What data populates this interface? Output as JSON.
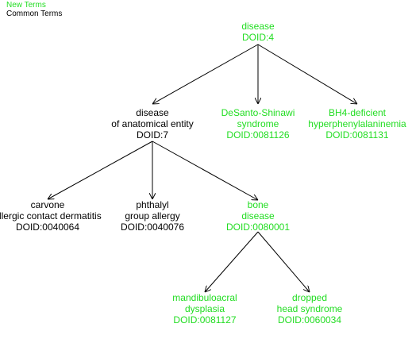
{
  "colors": {
    "new_term": "#22dd22",
    "common_term": "#000000",
    "edge": "#000000"
  },
  "legend": {
    "new_terms_label": "New Terms",
    "common_terms_label": "Common Terms"
  },
  "nodes": [
    {
      "id": "disease",
      "kind": "new",
      "lines": [
        "disease",
        "DOID:4"
      ]
    },
    {
      "id": "anatomical",
      "kind": "common",
      "lines": [
        "disease",
        "of anatomical entity",
        "DOID:7"
      ]
    },
    {
      "id": "desanto",
      "kind": "new",
      "lines": [
        "DeSanto-Shinawi",
        "syndrome",
        "DOID:0081126"
      ]
    },
    {
      "id": "bh4",
      "kind": "new",
      "lines": [
        "BH4-deficient",
        "hyperphenylalaninemia",
        "DOID:0081131"
      ]
    },
    {
      "id": "carvone",
      "kind": "common",
      "lines": [
        "carvone",
        "allergic contact dermatitis",
        "DOID:0040064"
      ]
    },
    {
      "id": "phthalyl",
      "kind": "common",
      "lines": [
        "phthalyl",
        "group allergy",
        "DOID:0040076"
      ]
    },
    {
      "id": "bone",
      "kind": "new",
      "lines": [
        "bone",
        "disease",
        "DOID:0080001"
      ]
    },
    {
      "id": "mandibulo",
      "kind": "new",
      "lines": [
        "mandibuloacral",
        "dysplasia",
        "DOID:0081127"
      ]
    },
    {
      "id": "dropped",
      "kind": "new",
      "lines": [
        "dropped",
        "head syndrome",
        "DOID:0060034"
      ]
    }
  ],
  "edges": [
    {
      "from": "disease",
      "to": "anatomical"
    },
    {
      "from": "disease",
      "to": "desanto"
    },
    {
      "from": "disease",
      "to": "bh4"
    },
    {
      "from": "anatomical",
      "to": "carvone"
    },
    {
      "from": "anatomical",
      "to": "phthalyl"
    },
    {
      "from": "anatomical",
      "to": "bone"
    },
    {
      "from": "bone",
      "to": "mandibulo"
    },
    {
      "from": "bone",
      "to": "dropped"
    }
  ]
}
